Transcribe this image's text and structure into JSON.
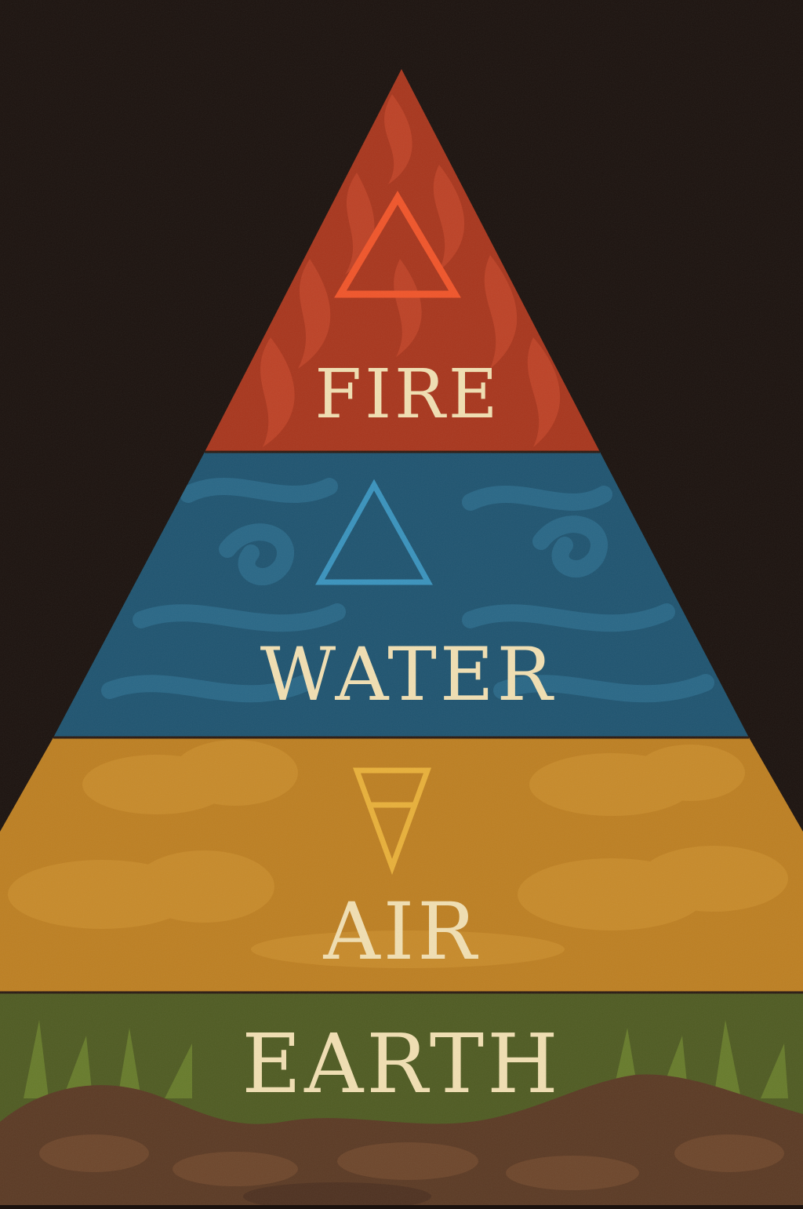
{
  "diagram": {
    "type": "pyramid",
    "tiers": [
      {
        "id": "fire",
        "label": "FIRE",
        "symbol": "fire-symbol-icon",
        "color": "#a8361d",
        "accent": "#f0552a",
        "pattern": "flames"
      },
      {
        "id": "water",
        "label": "WATER",
        "symbol": "water-symbol-icon",
        "color": "#1f5470",
        "accent": "#3a93bd",
        "pattern": "waves"
      },
      {
        "id": "air",
        "label": "AIR",
        "symbol": "air-symbol-icon",
        "color": "#bd7f22",
        "accent": "#e8b03a",
        "pattern": "clouds"
      },
      {
        "id": "earth",
        "label": "EARTH",
        "symbol": "earth-symbol-icon",
        "color": "#4f5b22",
        "accent": "#5b3a24",
        "pattern": "grass-and-soil"
      }
    ],
    "colors": {
      "background": "#1b120e",
      "text": "#f1dfb2",
      "soil": "#5b3a24",
      "grass": "#6a7f2c"
    }
  }
}
